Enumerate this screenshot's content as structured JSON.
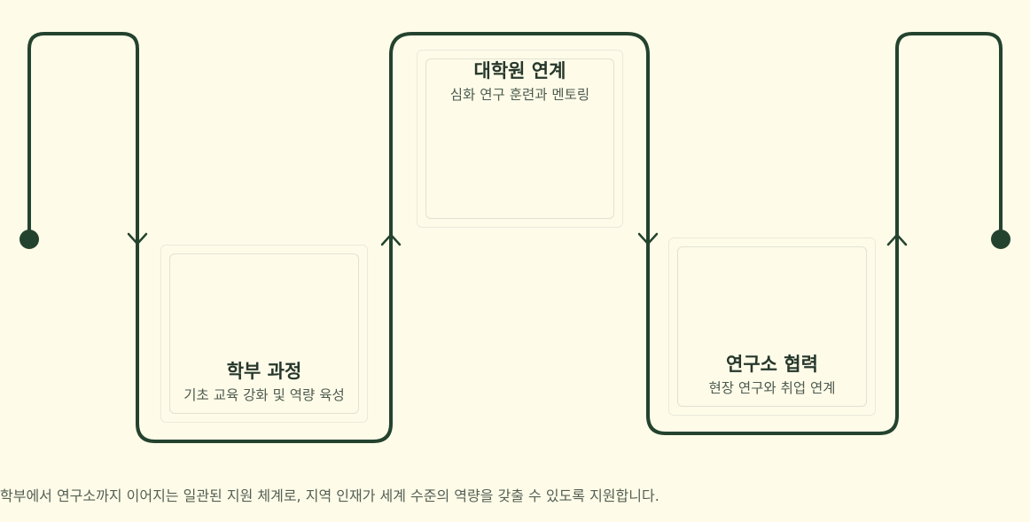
{
  "steps": [
    {
      "title": "학부 과정",
      "subtitle": "기초 교육 강화 및 역량 육성"
    },
    {
      "title": "대학원 연계",
      "subtitle": "심화 연구 훈련과 멘토링"
    },
    {
      "title": "연구소 협력",
      "subtitle": "현장 연구와 취업 연계"
    }
  ],
  "caption": "학부에서 연구소까지 이어지는 일관된 지원 체계로, 지역 인재가 세계 수준의 역량을 갖출 수 있도록 지원합니다.",
  "colors": {
    "line": "#24432f",
    "background": "#fefce8"
  }
}
